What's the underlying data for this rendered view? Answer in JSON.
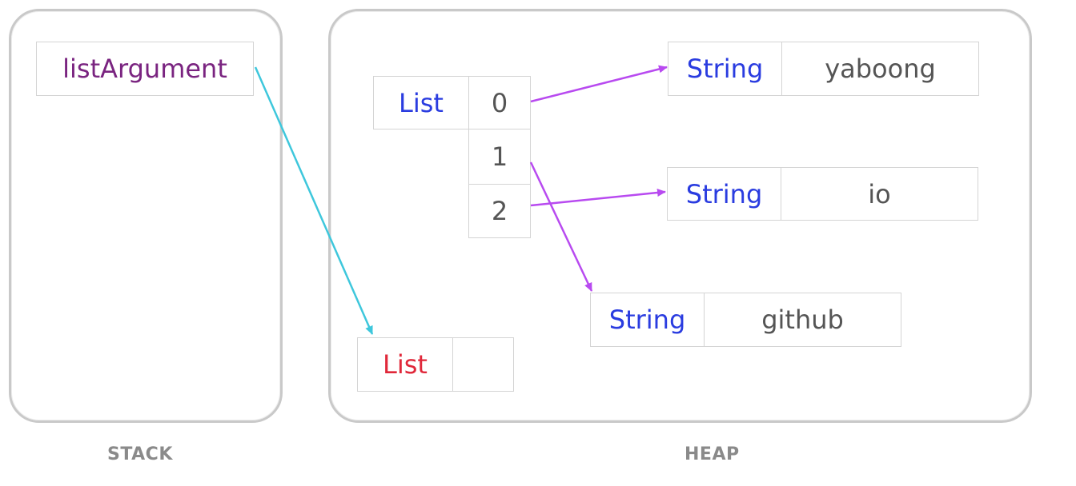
{
  "stack": {
    "label": "STACK",
    "variable": "listArgument"
  },
  "heap": {
    "label": "HEAP",
    "list_object": {
      "type": "List",
      "indices": [
        "0",
        "1",
        "2"
      ]
    },
    "strings": [
      {
        "type": "String",
        "value": "yaboong"
      },
      {
        "type": "String",
        "value": "io"
      },
      {
        "type": "String",
        "value": "github"
      }
    ],
    "new_list": {
      "type": "List",
      "value": ""
    }
  },
  "colors": {
    "variable": "#7a2480",
    "type": "#2a3ce0",
    "new_list_type": "#e0283a",
    "reference_arrow": "#3ec7dc",
    "element_arrow": "#b84af0",
    "region_border": "#c9c9c9"
  }
}
